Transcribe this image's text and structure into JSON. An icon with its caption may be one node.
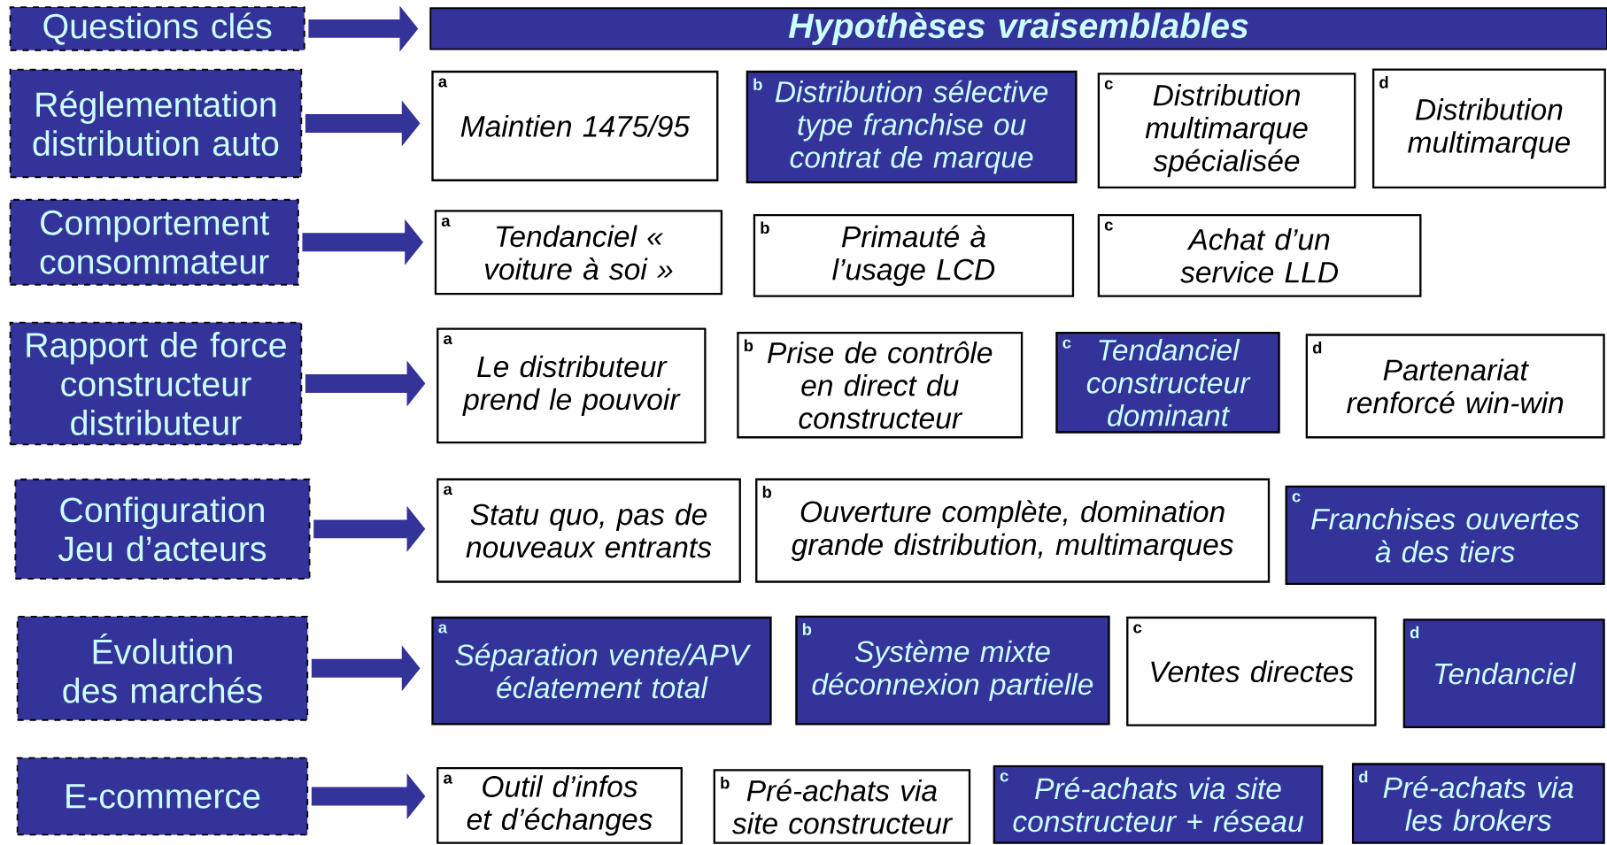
{
  "diagram": {
    "nodes": [
      {
        "text": [
          "Questions clés"
        ]
      },
      {
        "text": [
          "Hypothèses vraisemblables"
        ]
      },
      {
        "text": [
          "Réglementation distribution auto"
        ]
      },
      {
        "text": [
          "a",
          "Maintien 1475/95"
        ]
      },
      {
        "text": [
          "b",
          "Distribution sélective type franchise ou contrat de marque"
        ]
      },
      {
        "text": [
          "c",
          "Distribution multimarque spécialisée"
        ]
      },
      {
        "text": [
          "d",
          "Distribution multimarque"
        ]
      },
      {
        "text": [
          "Comportement consommateur"
        ]
      },
      {
        "text": [
          "a",
          "Tendanciel « voiture à soi »"
        ]
      },
      {
        "text": [
          "b",
          "Primauté à l’usage LCD"
        ]
      },
      {
        "text": [
          "c",
          "Achat d’un service LLD"
        ]
      },
      {
        "text": [
          "Rapport de force constructeur distributeur"
        ]
      },
      {
        "text": [
          "a",
          "Le distributeur prend le pouvoir"
        ]
      },
      {
        "text": [
          "b",
          "Prise de contrôle en direct du constructeur"
        ]
      },
      {
        "text": [
          "c",
          "Tendanciel constructeur dominant"
        ]
      },
      {
        "text": [
          "d",
          "Partenariat renforcé win-win"
        ]
      },
      {
        "text": [
          "Configuration Jeu d’acteurs"
        ]
      },
      {
        "text": [
          "a",
          "Statu quo, pas de nouveaux entrants"
        ]
      },
      {
        "text": [
          "b",
          "Ouverture complète, domination grande distribution, multimarques"
        ]
      },
      {
        "text": [
          "c",
          "Franchises ouvertes à des tiers"
        ]
      },
      {
        "text": [
          "Évolution des marchés"
        ]
      },
      {
        "text": [
          "a",
          "Séparation vente/APV éclatement total"
        ]
      },
      {
        "text": [
          "b",
          "Système mixte déconnexion partielle"
        ]
      },
      {
        "text": [
          "c",
          "Ventes directes"
        ]
      },
      {
        "text": [
          "d",
          "Tendanciel"
        ]
      },
      {
        "text": [
          "E-commerce"
        ]
      },
      {
        "text": [
          "a",
          "Outil d’infos et d’échanges"
        ]
      },
      {
        "text": [
          "b",
          "Pré-achats via site constructeur"
        ]
      },
      {
        "text": [
          "c",
          "Pré-achats via site constructeur + réseau"
        ]
      },
      {
        "text": [
          "d",
          "Pré-achats via les brokers"
        ]
      }
    ],
    "edges": [
      {
        "from": 0,
        "to": 1,
        "arrow": "to"
      },
      {
        "from": 2,
        "to": 3,
        "arrow": "to"
      },
      {
        "from": 7,
        "to": 8,
        "arrow": "to"
      },
      {
        "from": 11,
        "to": 12,
        "arrow": "to"
      },
      {
        "from": 16,
        "to": 17,
        "arrow": "to"
      },
      {
        "from": 20,
        "to": 21,
        "arrow": "to"
      },
      {
        "from": 25,
        "to": 26,
        "arrow": "to"
      }
    ]
  }
}
